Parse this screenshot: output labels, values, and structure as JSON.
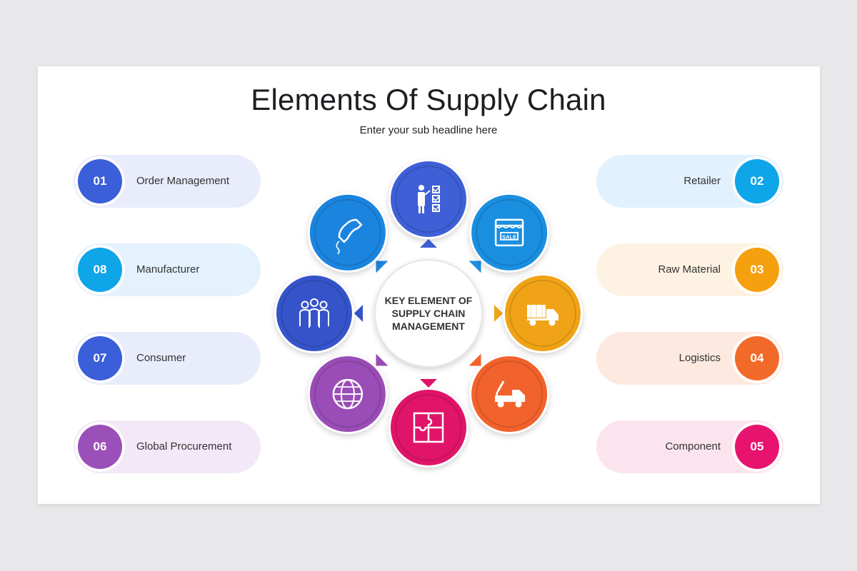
{
  "title": "Elements Of Supply Chain",
  "subtitle": "Enter your sub headline here",
  "center": {
    "line1": "KEY ELEMENT OF",
    "line2": "SUPPLY CHAIN",
    "line3": "MANAGEMENT"
  },
  "left_items": [
    {
      "num": "01",
      "label": "Order Management",
      "color": "#3a5fd9",
      "bg": "#e8ecfb"
    },
    {
      "num": "08",
      "label": "Manufacturer",
      "color": "#0ea5e9",
      "bg": "#e3f2fd"
    },
    {
      "num": "07",
      "label": "Consumer",
      "color": "#3a5fd9",
      "bg": "#e8ecfb"
    },
    {
      "num": "06",
      "label": "Global Procurement",
      "color": "#9b4fb8",
      "bg": "#f3e8f7"
    }
  ],
  "right_items": [
    {
      "num": "02",
      "label": "Retailer",
      "color": "#0ea5e9",
      "bg": "#e1f1fd"
    },
    {
      "num": "03",
      "label": "Raw Material",
      "color": "#f5a00f",
      "bg": "#fef3e2"
    },
    {
      "num": "04",
      "label": "Logistics",
      "color": "#f26a2a",
      "bg": "#fde9e0"
    },
    {
      "num": "05",
      "label": "Component",
      "color": "#e8136f",
      "bg": "#fce4ee"
    }
  ],
  "nodes": [
    {
      "name": "checklist-icon",
      "color": "#3e5fd6"
    },
    {
      "name": "sale-store-icon",
      "color": "#1a8fe0"
    },
    {
      "name": "truck-icon",
      "color": "#f0a316"
    },
    {
      "name": "tow-truck-icon",
      "color": "#f2622c"
    },
    {
      "name": "puzzle-icon",
      "color": "#e01468"
    },
    {
      "name": "globe-icon",
      "color": "#9a4db6"
    },
    {
      "name": "team-icon",
      "color": "#3554c9"
    },
    {
      "name": "phone-icon",
      "color": "#1b84de"
    }
  ]
}
